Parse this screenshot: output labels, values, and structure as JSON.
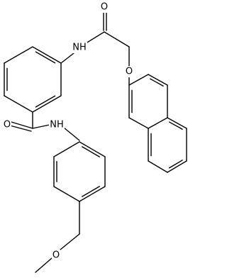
{
  "molecule": {
    "atoms": {
      "o_top": "O",
      "nh_top": "NH",
      "o_ether": "O",
      "o_amide": "O",
      "nh_amide": "NH",
      "o_methoxy": "O"
    }
  }
}
